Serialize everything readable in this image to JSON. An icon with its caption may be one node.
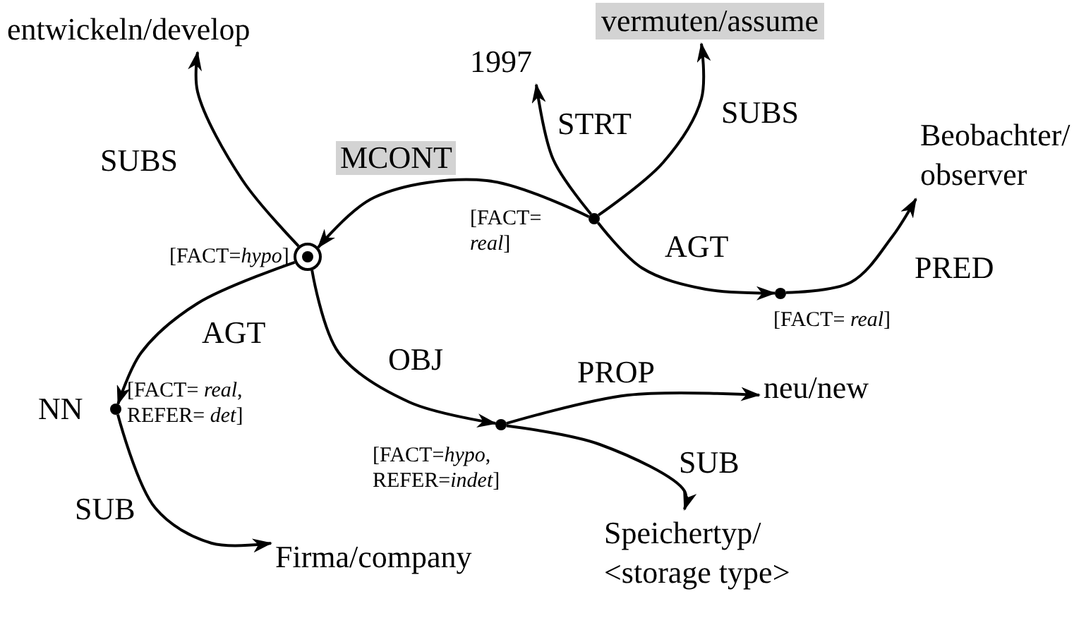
{
  "diagram": {
    "nodes": [
      {
        "text": [
          "entwickeln/develop"
        ]
      },
      {
        "text": [
          "vermuten/assume"
        ]
      },
      {
        "text": [
          "1997"
        ]
      },
      {
        "text": [
          "Beobachter/ observer"
        ]
      },
      {
        "text": [],
        "shape": "dot",
        "beside": [
          "[FACT= *real*]"
        ]
      },
      {
        "text": [],
        "shape": "circle",
        "beside": [
          "[FACT=*hypo*]"
        ]
      },
      {
        "text": [],
        "shape": "dot",
        "beside": [
          "[FACT= *real*]"
        ]
      },
      {
        "text": [
          "neu/new"
        ]
      },
      {
        "text": [],
        "shape": "dot",
        "beside": [
          "NN",
          "[FACT= *real*, REFER= *det*]"
        ]
      },
      {
        "text": [],
        "shape": "dot",
        "beside": [
          "[FACT=*hypo*, REFER=*indet*]"
        ]
      },
      {
        "text": [
          "Firma/company"
        ]
      },
      {
        "text": [
          "Speichertyp/ <storage type>"
        ]
      }
    ],
    "edges": [
      {
        "from": 5,
        "to": 0,
        "arrow": "to",
        "label": "SUBS"
      },
      {
        "from": 4,
        "to": 1,
        "arrow": "to",
        "label": "SUBS"
      },
      {
        "from": 4,
        "to": 2,
        "arrow": "to",
        "label": "STRT"
      },
      {
        "from": 4,
        "to": 5,
        "arrow": "to",
        "label": "MCONT"
      },
      {
        "from": 4,
        "to": 6,
        "arrow": "to",
        "label": "AGT"
      },
      {
        "from": 6,
        "to": 3,
        "arrow": "to",
        "label": "PRED"
      },
      {
        "from": 5,
        "to": 8,
        "arrow": "to",
        "label": "AGT"
      },
      {
        "from": 5,
        "to": 9,
        "arrow": "to",
        "label": "OBJ"
      },
      {
        "from": 9,
        "to": 7,
        "arrow": "to",
        "label": "PROP"
      },
      {
        "from": 9,
        "to": 11,
        "arrow": "to",
        "label": "SUB"
      },
      {
        "from": 8,
        "to": 10,
        "arrow": "to",
        "label": "SUB"
      }
    ]
  }
}
